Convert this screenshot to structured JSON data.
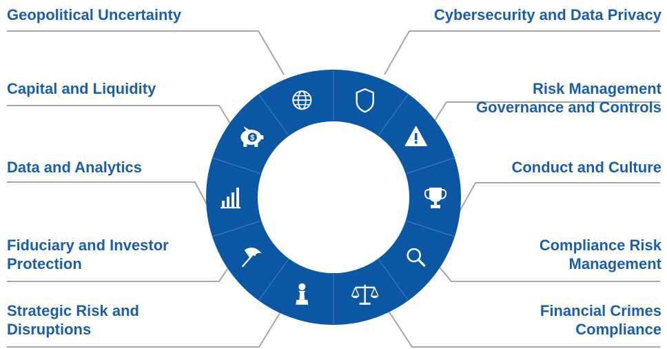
{
  "diagram": {
    "colors": {
      "ring": "#0b57a4",
      "label": "#1a5fa8",
      "connector": "#a6a6a6",
      "separator": "#3d7cc0",
      "icon": "#ffffff"
    },
    "risk_areas": [
      {
        "lines": [
          "Geopolitical Uncertainty"
        ],
        "icon": "globe-icon"
      },
      {
        "lines": [
          "Cybersecurity and Data Privacy"
        ],
        "icon": "shield-icon"
      },
      {
        "lines": [
          "Risk Management",
          "Governance and Controls"
        ],
        "icon": "warning-icon"
      },
      {
        "lines": [
          "Conduct and Culture"
        ],
        "icon": "trophy-icon"
      },
      {
        "lines": [
          "Compliance Risk",
          "Management"
        ],
        "icon": "magnifier-icon"
      },
      {
        "lines": [
          "Financial Crimes",
          "Compliance"
        ],
        "icon": "scales-icon"
      },
      {
        "lines": [
          "Strategic Risk and",
          "Disruptions"
        ],
        "icon": "chess-pawn-icon"
      },
      {
        "lines": [
          "Fiduciary and Investor",
          "Protection"
        ],
        "icon": "umbrella-icon"
      },
      {
        "lines": [
          "Data and Analytics"
        ],
        "icon": "bar-chart-icon"
      },
      {
        "lines": [
          "Capital and Liquidity"
        ],
        "icon": "piggy-bank-icon"
      }
    ]
  }
}
